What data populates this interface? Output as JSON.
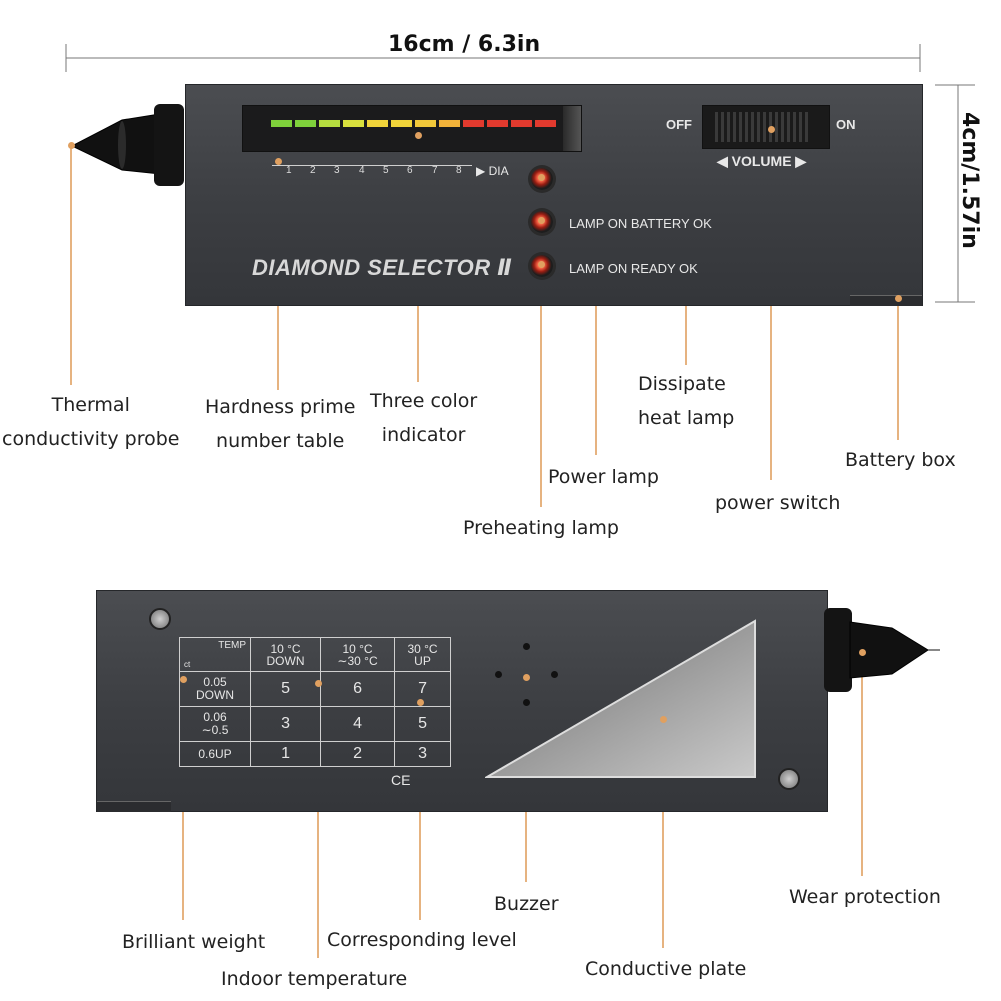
{
  "dimensions": {
    "length": "16cm / 6.3in",
    "height": "4cm/1.57in"
  },
  "top_device": {
    "brand": "DIAMOND SELECTOR Ⅱ",
    "scale_ticks": [
      "1",
      "2",
      "3",
      "4",
      "5",
      "6",
      "7",
      "8"
    ],
    "dia_label": "▶ DIA",
    "lamp_battery": "LAMP ON BATTERY OK",
    "lamp_ready": "LAMP ON READY OK",
    "switch_off": "OFF",
    "switch_on": "ON",
    "volume_label": "◀ VOLUME ▶"
  },
  "bottom_device": {
    "table": {
      "corner_top": "TEMP",
      "corner_bottom": "ct",
      "headers": [
        "10 °C\nDOWN",
        "10 °C\n∼30 °C",
        "30 °C\nUP"
      ],
      "rows": [
        {
          "label": "0.05\nDOWN",
          "values": [
            "5",
            "6",
            "7"
          ]
        },
        {
          "label": "0.06\n∼0.5",
          "values": [
            "3",
            "4",
            "5"
          ]
        },
        {
          "label": "0.6UP",
          "values": [
            "1",
            "2",
            "3"
          ]
        }
      ]
    },
    "ce_mark": "CE"
  },
  "callouts": {
    "thermal_probe": "Thermal\nconductivity probe",
    "hardness_table": "Hardness prime\nnumber table",
    "three_color": "Three color\nindicator",
    "dissipate_lamp": "Dissipate\nheat lamp",
    "power_lamp": "Power lamp",
    "preheating_lamp": "Preheating lamp",
    "power_switch": "power switch",
    "battery_box": "Battery box",
    "brilliant_weight": "Brilliant  weight",
    "indoor_temperature": "Indoor temperature",
    "corresponding_level": "Corresponding level",
    "buzzer": "Buzzer",
    "conductive_plate": "Conductive plate",
    "wear_protection": "Wear protection"
  },
  "colors": {
    "leader_line": "#e0a060",
    "device_body": "#3f4145",
    "led_green": "#7fd13b",
    "led_yellow": "#f1d43a",
    "led_red": "#e23a2e"
  }
}
